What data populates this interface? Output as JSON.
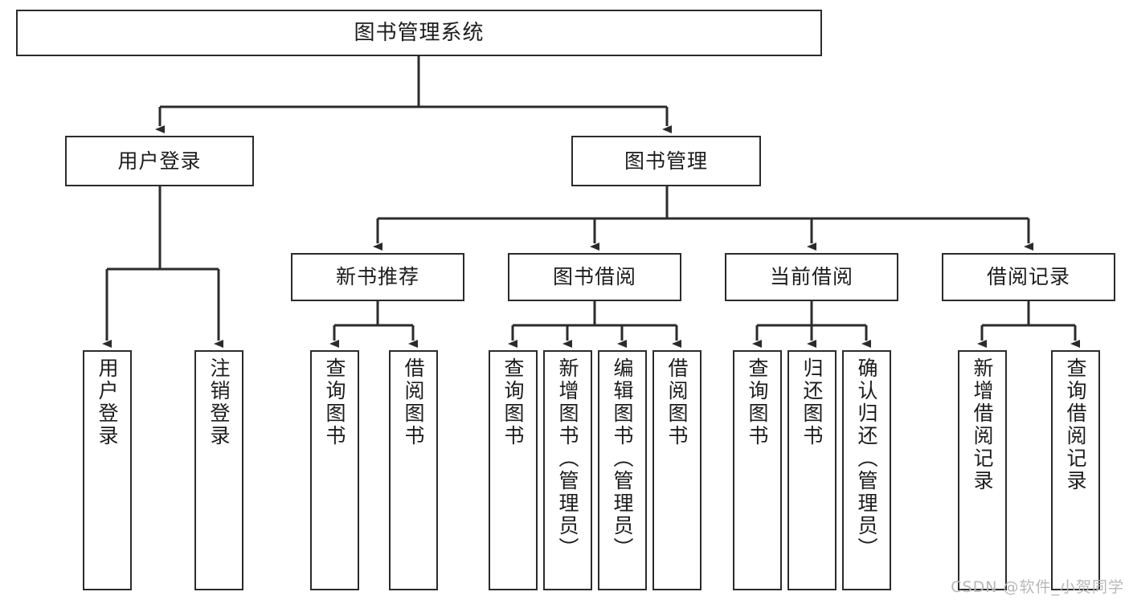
{
  "diagram": {
    "title": "图书管理系统",
    "type": "tree-hierarchy-chart",
    "line_color": "#2b2b2b",
    "box_fill": "#ffffff",
    "text_color": "#1c1c1c",
    "watermark": "CSDN @软件_小贺同学"
  },
  "root": {
    "label": "图书管理系统"
  },
  "level2": [
    {
      "label": "用户登录"
    },
    {
      "label": "图书管理"
    }
  ],
  "level3": [
    {
      "label": "新书推荐"
    },
    {
      "label": "图书借阅"
    },
    {
      "label": "当前借阅"
    },
    {
      "label": "借阅记录"
    }
  ],
  "leaves": {
    "user_login": [
      {
        "label": "用户登录"
      },
      {
        "label": "注销登录"
      }
    ],
    "new_book_recommend": [
      {
        "label": "查询图书"
      },
      {
        "label": "借阅图书"
      }
    ],
    "book_borrow": [
      {
        "label": "查询图书"
      },
      {
        "label": "新增图书（管理员）"
      },
      {
        "label": "编辑图书（管理员）"
      },
      {
        "label": "借阅图书"
      }
    ],
    "current_borrow": [
      {
        "label": "查询图书"
      },
      {
        "label": "归还图书"
      },
      {
        "label": "确认归还（管理员）"
      }
    ],
    "borrow_record": [
      {
        "label": "新增借阅记录"
      },
      {
        "label": "查询借阅记录"
      }
    ]
  }
}
